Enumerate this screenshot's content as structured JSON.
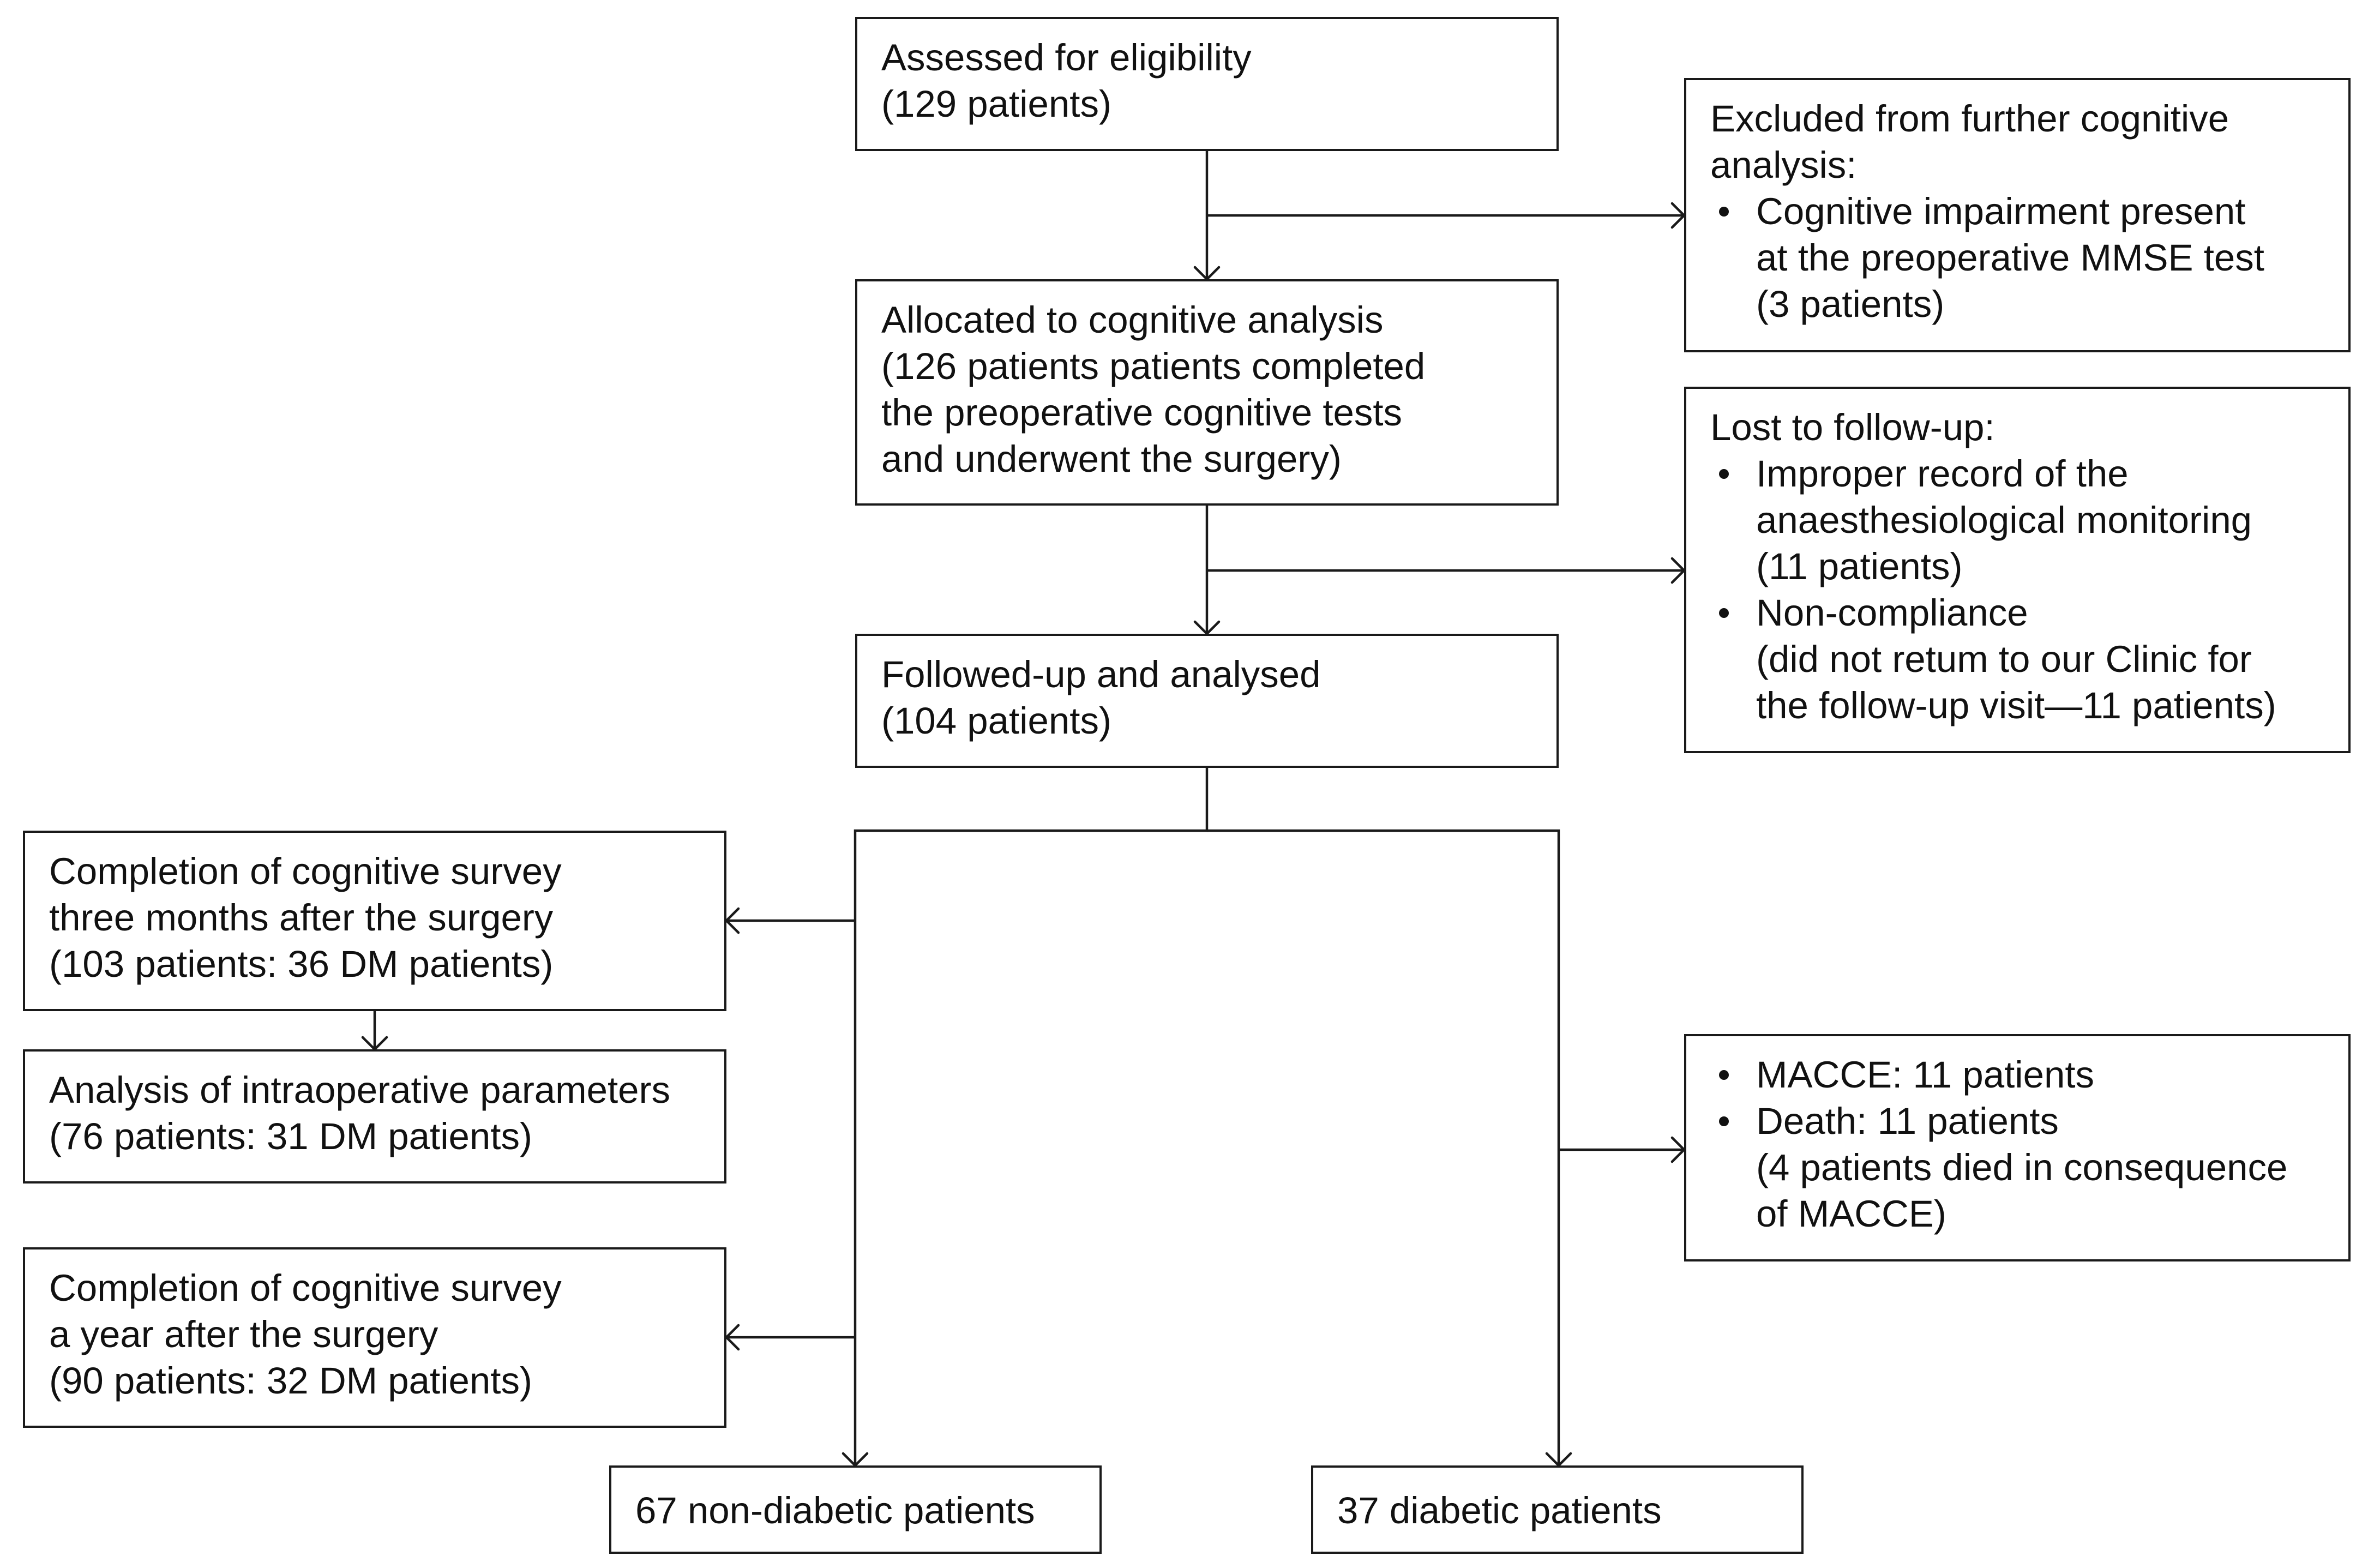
{
  "boxes": {
    "eligibility": {
      "lines": [
        "Assessed for eligibility",
        "(129 patients)"
      ]
    },
    "excluded": {
      "heading": [
        "Excluded from further cognitive",
        "analysis:"
      ],
      "items": [
        {
          "lines": [
            "Cognitive impairment present",
            "at the preoperative MMSE test",
            "(3 patients)"
          ]
        }
      ]
    },
    "allocated": {
      "lines": [
        "Allocated to cognitive analysis",
        "(126 patients patients completed",
        "the preoperative cognitive tests",
        "and underwent the surgery)"
      ]
    },
    "lost": {
      "heading": [
        "Lost to follow-up:"
      ],
      "items": [
        {
          "lines": [
            "Improper record of the",
            "anaesthesiological monitoring",
            "(11 patients)"
          ]
        },
        {
          "lines": [
            "Non-compliance",
            "(did not retum to our Clinic for",
            "the follow-up visit—11 patients)"
          ]
        }
      ]
    },
    "followed": {
      "lines": [
        "Followed-up and analysed",
        "(104 patients)"
      ]
    },
    "survey3m": {
      "lines": [
        "Completion of cognitive survey",
        "three months after the surgery",
        "(103 patients: 36 DM patients)"
      ]
    },
    "intraop": {
      "lines": [
        "Analysis of intraoperative parameters",
        "(76 patients: 31 DM patients)"
      ]
    },
    "macce": {
      "heading": [],
      "items": [
        {
          "lines": [
            "MACCE: 11 patients"
          ]
        },
        {
          "lines": [
            "Death: 11 patients",
            "(4 patients died in consequence",
            "of MACCE)"
          ]
        }
      ]
    },
    "survey1y": {
      "lines": [
        "Completion of cognitive survey",
        "a year after the surgery",
        "(90 patients: 32 DM patients)"
      ]
    },
    "nondiabetic": {
      "lines": [
        "67 non-diabetic patients"
      ]
    },
    "diabetic": {
      "lines": [
        "37 diabetic patients"
      ]
    }
  },
  "edges": [
    {
      "from": "eligibility",
      "to": "allocated"
    },
    {
      "from": "eligibility",
      "to": "excluded"
    },
    {
      "from": "allocated",
      "to": "followed"
    },
    {
      "from": "allocated",
      "to": "lost"
    },
    {
      "from": "followed",
      "to": "nondiabetic"
    },
    {
      "from": "followed",
      "to": "diabetic"
    },
    {
      "from": "followed",
      "to": "survey3m"
    },
    {
      "from": "survey3m",
      "to": "intraop"
    },
    {
      "from": "followed",
      "to": "survey1y"
    },
    {
      "from": "diabetic",
      "to": "macce"
    }
  ]
}
